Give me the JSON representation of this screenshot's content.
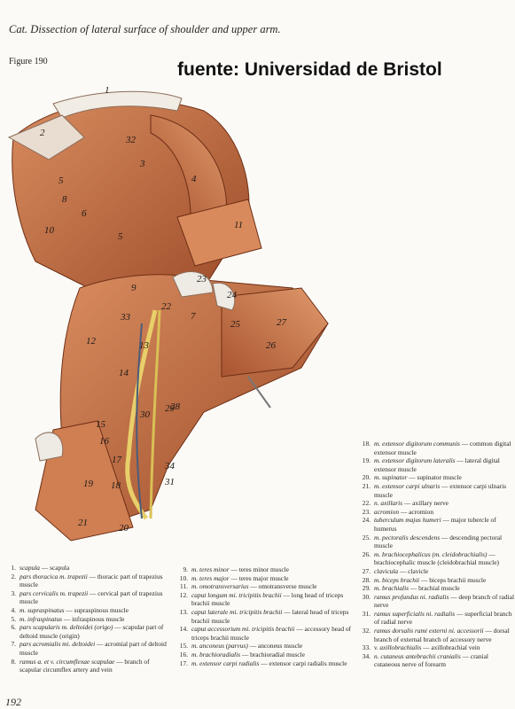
{
  "header": {
    "title": "Cat. Dissection of lateral surface of shoulder and upper arm.",
    "figure": "Figure 190",
    "source": "fuente: Universidad de Bristol"
  },
  "labels": [
    "1",
    "2",
    "32",
    "3",
    "4",
    "5",
    "8",
    "6",
    "10",
    "5",
    "11",
    "9",
    "23",
    "24",
    "22",
    "33",
    "7",
    "27",
    "12",
    "25",
    "13",
    "26",
    "14",
    "29",
    "30",
    "28",
    "15",
    "16",
    "17",
    "34",
    "31",
    "19",
    "18",
    "21",
    "20"
  ],
  "legend": [
    {
      "num": "1.",
      "term": "scapula",
      "desc": "— scapula"
    },
    {
      "num": "2.",
      "term": "pars thoracica m. trapezii",
      "desc": "— thoracic part of trapezius muscle"
    },
    {
      "num": "3.",
      "term": "pars cervicalis m. trapezii",
      "desc": "— cervical part of trapezius muscle"
    },
    {
      "num": "4.",
      "term": "m. supraspinatus",
      "desc": "— supraspinous muscle"
    },
    {
      "num": "5.",
      "term": "m. infraspinatus",
      "desc": "— infraspinous muscle"
    },
    {
      "num": "6.",
      "term": "pars scapularis m. deltoidei (origo)",
      "desc": "— scapular part of deltoid muscle (origin)"
    },
    {
      "num": "7.",
      "term": "pars acromialis mi. deltoidei",
      "desc": "— acromial part of deltoid muscle"
    },
    {
      "num": "8.",
      "term": "ramus a. et v. circumflexae scapulae",
      "desc": "— branch of scapular circumflex artery and vein"
    },
    {
      "num": "9.",
      "term": "m. teres minor",
      "desc": "— teres minor muscle"
    },
    {
      "num": "10.",
      "term": "m. teres major",
      "desc": "— teres major muscle"
    },
    {
      "num": "11.",
      "term": "m. omotransversarius",
      "desc": "— omotransverse muscle"
    },
    {
      "num": "12.",
      "term": "caput longum mi. tricipitis brachii",
      "desc": "— long head of triceps brachii muscle"
    },
    {
      "num": "13.",
      "term": "caput laterale mi. tricipitis brachii",
      "desc": "— lateral head of triceps brachii muscle"
    },
    {
      "num": "14.",
      "term": "caput accessorium mi. tricipitis brachii",
      "desc": "— accessory head of triceps brachii muscle"
    },
    {
      "num": "15.",
      "term": "m. anconeus (parvus)",
      "desc": "— anconeus muscle"
    },
    {
      "num": "16.",
      "term": "m. brachioradialis",
      "desc": "— brachioradial muscle"
    },
    {
      "num": "17.",
      "term": "m. extensor carpi radialis",
      "desc": "— extensor carpi radialis muscle"
    },
    {
      "num": "18.",
      "term": "m. extensor digitorum communis",
      "desc": "— common digital extensor muscle"
    },
    {
      "num": "19.",
      "term": "m. extensor digitorum lateralis",
      "desc": "— lateral digital extensor muscle"
    },
    {
      "num": "20.",
      "term": "m. supinator",
      "desc": "— supinator muscle"
    },
    {
      "num": "21.",
      "term": "m. extensor carpi ulnaris",
      "desc": "— extensor carpi ulnaris muscle"
    },
    {
      "num": "22.",
      "term": "n. axillaris",
      "desc": "— axillary nerve"
    },
    {
      "num": "23.",
      "term": "acromion",
      "desc": "— acromion"
    },
    {
      "num": "24.",
      "term": "tuberculum majus humeri",
      "desc": "— major tubercle of humerus"
    },
    {
      "num": "25.",
      "term": "m. pectoralis descendens",
      "desc": "— descending pectoral muscle"
    },
    {
      "num": "26.",
      "term": "m. brachiocephalicus (m. cleidobrachialis)",
      "desc": "— brachiocephalic muscle (cleidobrachial muscle)"
    },
    {
      "num": "27.",
      "term": "clavicula",
      "desc": "— clavicle"
    },
    {
      "num": "28.",
      "term": "m. biceps brachii",
      "desc": "— biceps brachii muscle"
    },
    {
      "num": "29.",
      "term": "m. brachialis",
      "desc": "— brachial muscle"
    },
    {
      "num": "30.",
      "term": "ramus profundus ni. radialis",
      "desc": "— deep branch of radial nerve"
    },
    {
      "num": "31.",
      "term": "ramus superficialis ni. radialis",
      "desc": "— superficial branch of radial nerve"
    },
    {
      "num": "32.",
      "term": "ramus dorsalis rami externi ni. accessorii",
      "desc": "— dorsal branch of external branch of accessory nerve"
    },
    {
      "num": "33.",
      "term": "v. axillobrachialis",
      "desc": "— axillobrachial vein"
    },
    {
      "num": "34.",
      "term": "n. cutaneus antebrachii cranialis",
      "desc": "— cranial cutaneous nerve of forearm"
    }
  ],
  "page_number": "192"
}
